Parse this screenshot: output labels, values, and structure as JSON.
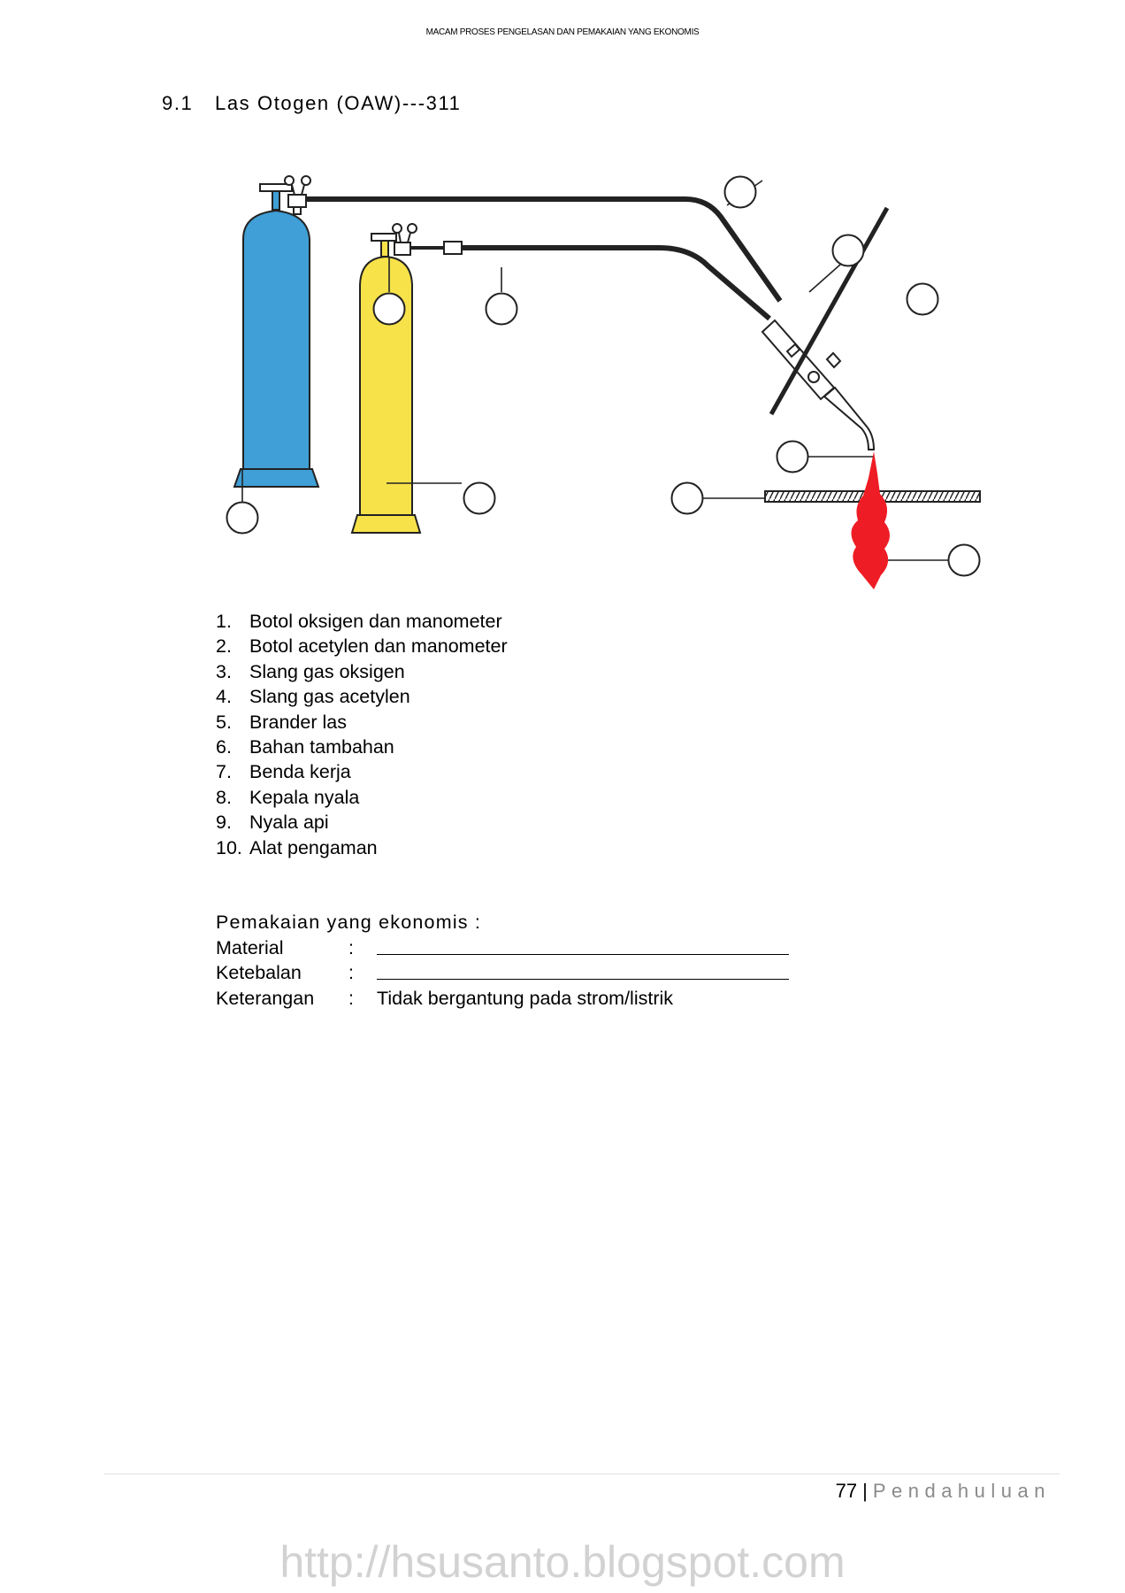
{
  "header": {
    "running_title": "MACAM PROSES PENGELASAN DAN PEMAKAIAN YANG EKONOMIS"
  },
  "section": {
    "number": "9.1",
    "title": "Las Otogen (OAW)---311"
  },
  "diagram": {
    "colors": {
      "oxygen_cylinder": "#3f9fd6",
      "acetylene_cylinder": "#f7e24a",
      "flame": "#ee1c24",
      "line": "#222222"
    }
  },
  "parts": [
    {
      "number": "1.",
      "label": "Botol oksigen dan manometer"
    },
    {
      "number": "2.",
      "label": "Botol acetylen dan manometer"
    },
    {
      "number": "3.",
      "label": "Slang gas oksigen"
    },
    {
      "number": "4.",
      "label": "Slang gas acetylen"
    },
    {
      "number": "5.",
      "label": "Brander las"
    },
    {
      "number": "6.",
      "label": "Bahan tambahan"
    },
    {
      "number": "7.",
      "label": "Benda kerja"
    },
    {
      "number": "8.",
      "label": "Kepala nyala"
    },
    {
      "number": "9.",
      "label": "Nyala api"
    },
    {
      "number": "10.",
      "label": "Alat pengaman"
    }
  ],
  "economy": {
    "heading": "Pemakaian yang ekonomis :",
    "rows": [
      {
        "label": "Material",
        "colon": ":",
        "value": ""
      },
      {
        "label": "Ketebalan",
        "colon": ":",
        "value": ""
      },
      {
        "label": "Keterangan",
        "colon": ":",
        "value": "Tidak bergantung pada strom/listrik"
      }
    ]
  },
  "footer": {
    "page_number": "77",
    "separator": "|",
    "section_name": "Pendahuluan"
  },
  "watermark": "http://hsusanto.blogspot.com"
}
